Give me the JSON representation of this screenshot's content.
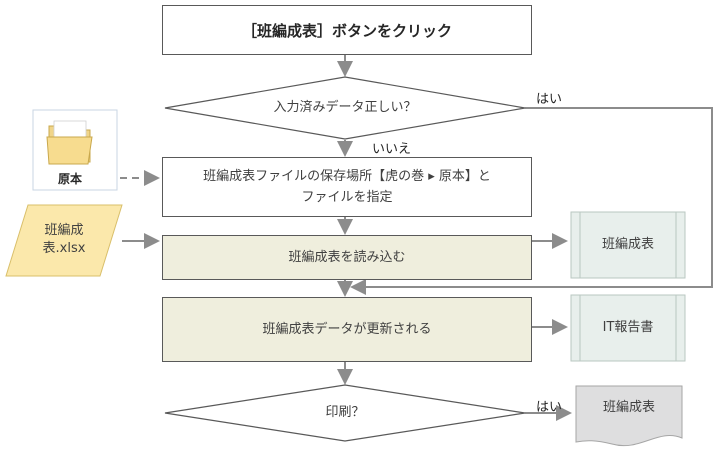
{
  "diagram": {
    "start_label": "［班編成表］ボタンをクリック",
    "decision_input": "入力済みデータ正しい？",
    "label_yes_top": "はい",
    "label_no": "いいえ",
    "folder_label": "原本",
    "specify_line1": "班編成表ファイルの保存場所【虎の巻 ▸ 原本】と",
    "specify_line2": "ファイルを指定",
    "input_file_line1": "班編成",
    "input_file_line2": "表.xlsx",
    "read_step": "班編成表を読み込む",
    "sheet_1": "班編成表",
    "update_step": "班編成表データが更新される",
    "sheet_2": "IT報告書",
    "decision_print": "印刷？",
    "label_yes_print": "はい",
    "print_output": "班編成表"
  },
  "colors": {
    "line": "#8c8c8c",
    "box_border": "#595959",
    "process_fill": "#efeedd",
    "sheet_fill": "#e8efec",
    "data_fill": "#fbe8ab",
    "doc_fill": "#dededf"
  },
  "icons": [
    "folder-icon"
  ]
}
